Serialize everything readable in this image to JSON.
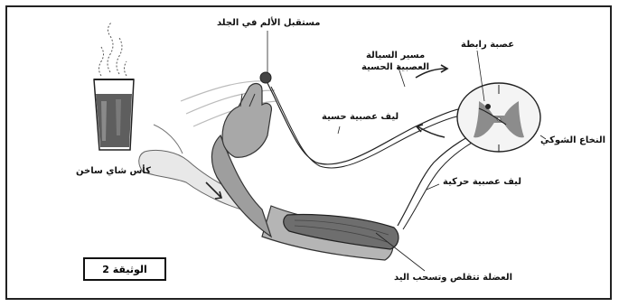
{
  "labels": {
    "pain_receptor": "مستقبل الألم في الجلد",
    "interneuron": "عصبة رابطة",
    "impulse_path_line1": "مسير السيالة",
    "impulse_path_line2": "العصبية الحسية",
    "sensory_fiber": "ليف عصبية حسية",
    "spinal_cord": "النخاع الشوكي",
    "motor_fiber": "ليف عصبية حركية",
    "muscle": "العضلة تتقلص وتسحب اليد",
    "hot_tea_glass": "كأس شاي ساخن",
    "document_title": "الوثيقة 2"
  },
  "colors": {
    "line": "#222222",
    "arm_dark": "#9a9a9a",
    "arm_light": "#c8c8c8",
    "muscle": "#6e6e6e",
    "tea": "#5e5e5e",
    "grey_matter": "#8c8c8c"
  }
}
